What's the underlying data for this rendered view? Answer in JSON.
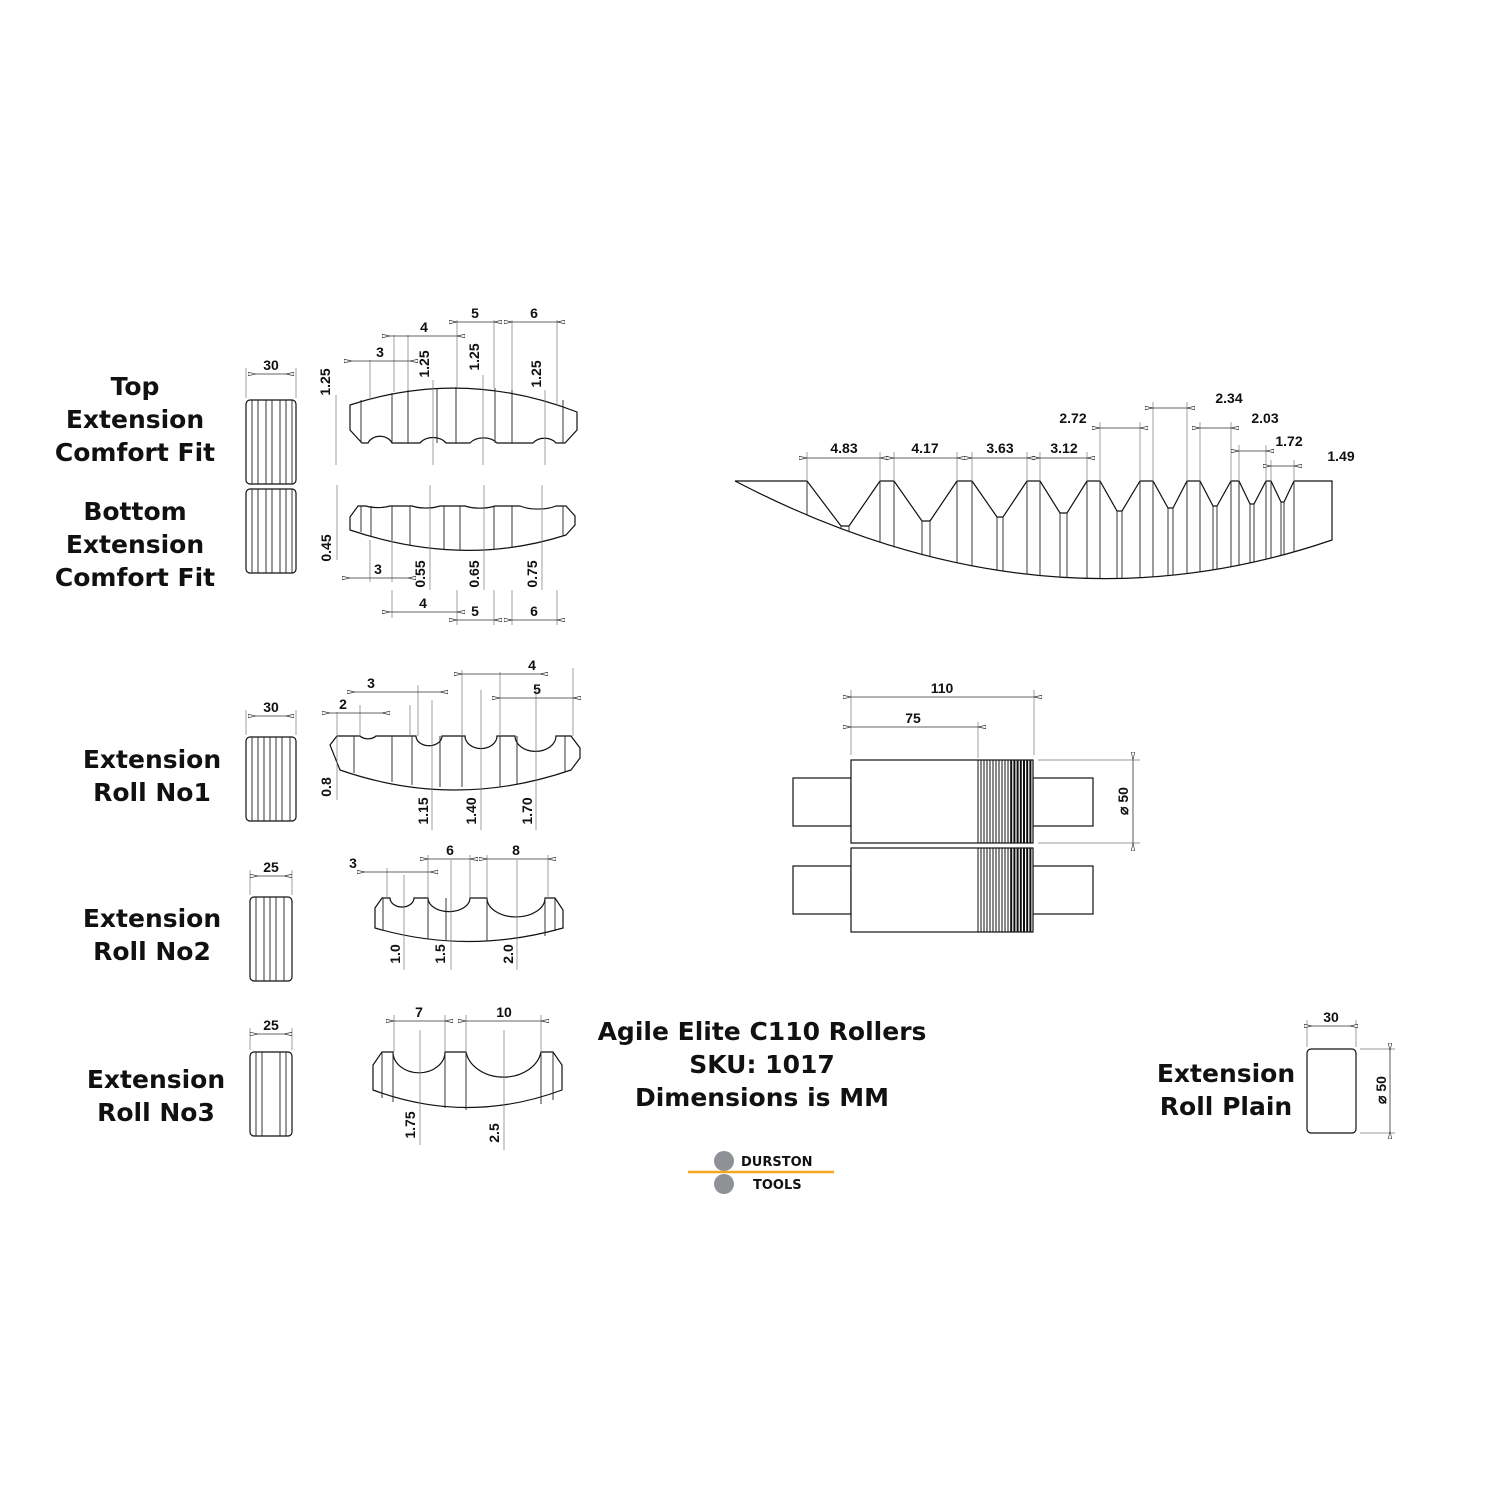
{
  "labels": {
    "top_comfort": [
      "Top",
      "Extension",
      "Comfort Fit"
    ],
    "bottom_comfort": [
      "Bottom",
      "Extension",
      "Comfort Fit"
    ],
    "roll_no1": [
      "Extension",
      "Roll No1"
    ],
    "roll_no2": [
      "Extension",
      "Roll No2"
    ],
    "roll_no3": [
      "Extension",
      "Roll No3"
    ],
    "roll_plain": [
      "Extension",
      "Roll Plain"
    ]
  },
  "title": {
    "line1": "Agile Elite C110 Rollers",
    "line2": "SKU: 1017",
    "line3": "Dimensions is MM"
  },
  "logo": {
    "line1": "DURSTON",
    "line2": "TOOLS",
    "accent": "#f5a623",
    "circle": "#8e9297"
  },
  "top_comfort": {
    "width": "30",
    "groove_widths": [
      "3",
      "4",
      "5",
      "6"
    ],
    "groove_depths": [
      "1.25",
      "1.25",
      "1.25",
      "1.25"
    ]
  },
  "bottom_comfort": {
    "groove_widths": [
      "3",
      "4",
      "5",
      "6"
    ],
    "groove_depths": [
      "0.45",
      "0.55",
      "0.65",
      "0.75"
    ]
  },
  "roll_no1": {
    "width": "30",
    "groove_widths": [
      "2",
      "3",
      "4",
      "5"
    ],
    "groove_depths": [
      "0.8",
      "1.15",
      "1.40",
      "1.70"
    ]
  },
  "roll_no2": {
    "width": "25",
    "groove_widths": [
      "3",
      "6",
      "8"
    ],
    "groove_depths": [
      "1.0",
      "1.5",
      "2.0"
    ]
  },
  "roll_no3": {
    "width": "25",
    "groove_widths": [
      "7",
      "10"
    ],
    "groove_depths": [
      "1.75",
      "2.5"
    ]
  },
  "v_profile": {
    "groove_widths": [
      "4.83",
      "4.17",
      "3.63",
      "3.12",
      "2.72",
      "2.34",
      "2.03",
      "1.72",
      "1.49"
    ]
  },
  "assembly": {
    "overall_length": "110",
    "roll_length": "75",
    "diameter": "⌀ 50"
  },
  "roll_plain": {
    "width": "30",
    "diameter": "⌀ 50"
  }
}
